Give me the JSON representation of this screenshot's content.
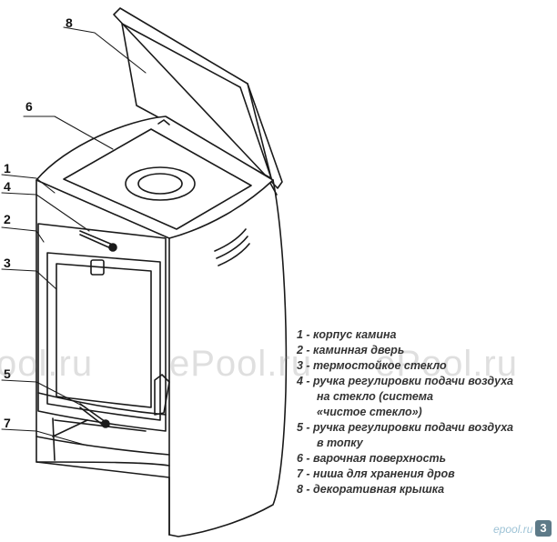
{
  "callouts": [
    {
      "number": "1",
      "label": "1 - корпус камина"
    },
    {
      "number": "2",
      "label": "2 - каминная дверь"
    },
    {
      "number": "3",
      "label": "3 - термостойкое стекло"
    },
    {
      "number": "4",
      "label": "4 - ручка регулировки подачи воздуха",
      "continuation": [
        "на стекло (система",
        "«чистое стекло»)"
      ]
    },
    {
      "number": "5",
      "label": "5 - ручка регулировки подачи воздуха",
      "continuation": [
        "в топку"
      ]
    },
    {
      "number": "6",
      "label": "6 - варочная поверхность"
    },
    {
      "number": "7",
      "label": "7 - ниша для хранения дров"
    },
    {
      "number": "8",
      "label": "8 - декоративная крышка"
    }
  ],
  "watermarks": [
    "ool.ru",
    "ePool.ru",
    "ePool.ru"
  ],
  "logo": {
    "text": "epool.ru",
    "badge": "3"
  },
  "colors": {
    "line": "#1a1a1a",
    "text": "#333333",
    "watermark": "#8c8c8c",
    "logo": "#5d7a88"
  }
}
